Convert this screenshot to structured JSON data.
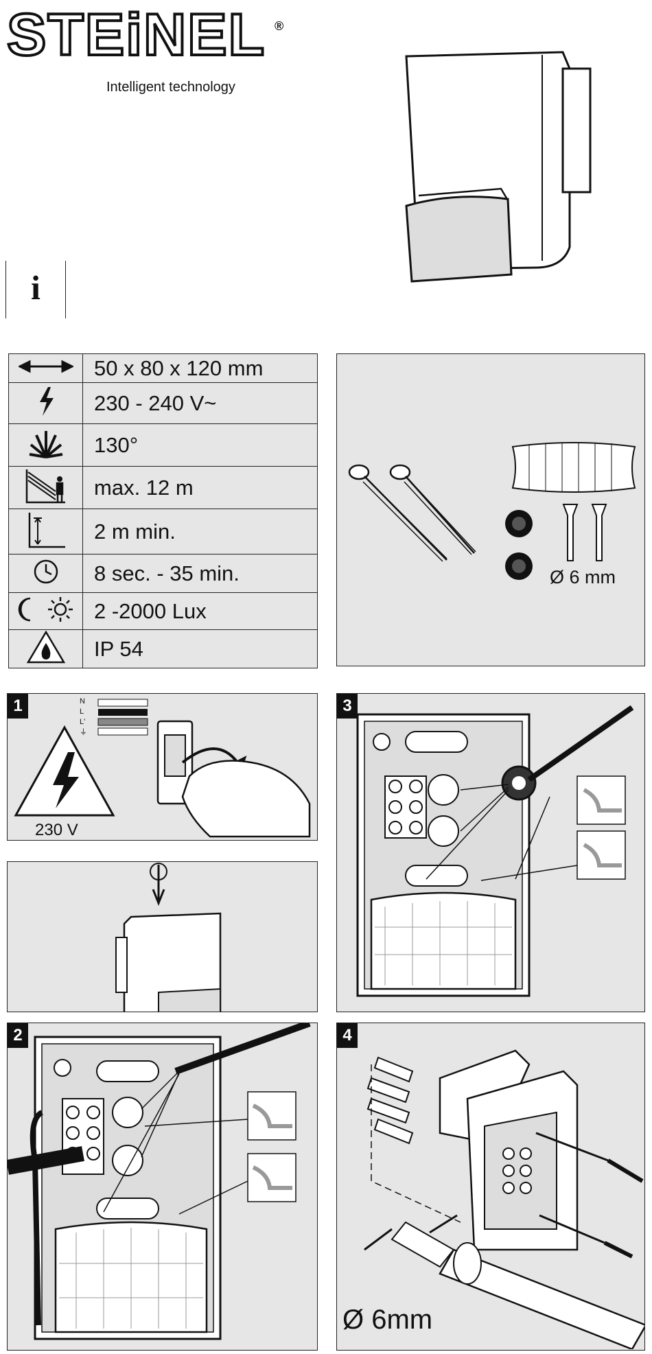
{
  "brand": {
    "name": "STEiNEL",
    "registered": "®",
    "tagline": "Intelligent technology"
  },
  "info_symbol": "i",
  "specs": [
    {
      "icon": "dimensions-arrow-icon",
      "value": "50 x 80 x 120 mm"
    },
    {
      "icon": "lightning-bolt-icon",
      "value": "230 - 240 V~"
    },
    {
      "icon": "detection-angle-icon",
      "value": "130°"
    },
    {
      "icon": "detection-range-icon",
      "value": "max. 12 m"
    },
    {
      "icon": "mounting-height-icon",
      "value": "2 m min."
    },
    {
      "icon": "clock-icon",
      "value": "8 sec. - 35 min."
    },
    {
      "icon": "moon-sun-icon",
      "value": "2 -2000 Lux"
    },
    {
      "icon": "water-drop-icon",
      "value": "IP 54"
    }
  ],
  "parts": {
    "drill_size": "Ø 6 mm"
  },
  "steps": {
    "step1": {
      "number": "1",
      "voltage": "230 V",
      "wire_labels": [
        "N",
        "L",
        "L'",
        "⏚"
      ]
    },
    "step2": {
      "number": "2"
    },
    "step3": {
      "number": "3"
    },
    "step4": {
      "number": "4",
      "drill_label": "Ø 6mm"
    }
  }
}
